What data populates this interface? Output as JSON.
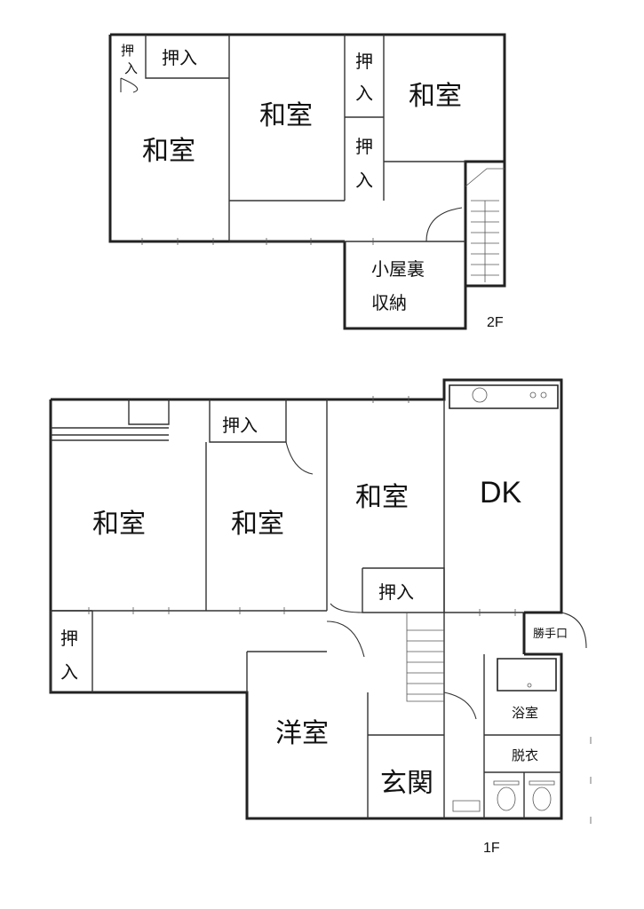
{
  "floor2": {
    "label": "2F",
    "rooms": {
      "washitsu_left": "和室",
      "washitsu_center": "和室",
      "washitsu_right": "和室",
      "oshiire_top": "押入",
      "oshiire_corner_1": "押",
      "oshiire_corner_2": "入",
      "oshiire_v1_1": "押",
      "oshiire_v1_2": "入",
      "oshiire_v2_1": "押",
      "oshiire_v2_2": "入",
      "koyaura_1": "小屋裏",
      "koyaura_2": "収納"
    }
  },
  "floor1": {
    "label": "1F",
    "rooms": {
      "washitsu_left": "和室",
      "washitsu_center": "和室",
      "washitsu_right": "和室",
      "dk": "DK",
      "oshiire_top": "押入",
      "oshiire_hall": "押入",
      "oshiire_left_1": "押",
      "oshiire_left_2": "入",
      "katteguchi": "勝手口",
      "yokushitsu": "浴室",
      "datsui": "脱衣",
      "youshitsu": "洋室",
      "genkan": "玄関"
    }
  }
}
